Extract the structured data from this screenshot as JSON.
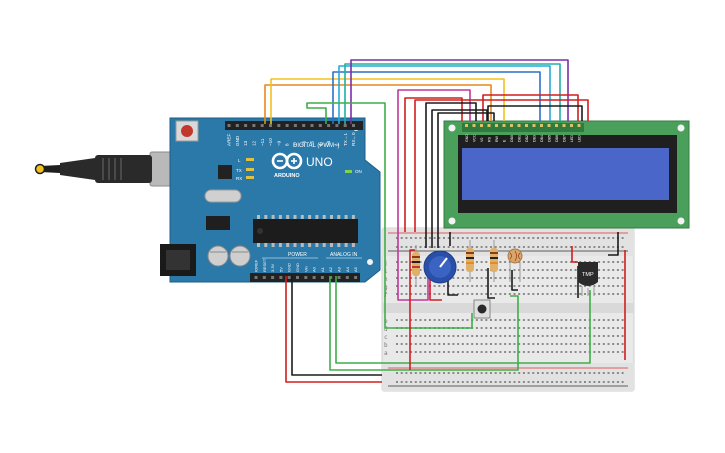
{
  "arduino": {
    "model": "UNO",
    "logo_text": "ARDUINO",
    "digital_label": "DIGITAL (PWM~)",
    "power_label": "POWER",
    "analog_label": "ANALOG IN",
    "on_label": "ON",
    "tx_label": "TX",
    "rx_label": "RX",
    "l_label": "L",
    "digital_pins": [
      "AREF",
      "GND",
      "13",
      "12",
      "~11",
      "~10",
      "~9",
      "8",
      "7",
      "~6",
      "~5",
      "4",
      "~3",
      "2",
      "TX→1",
      "RX←0"
    ],
    "power_pins": [
      "IOREF",
      "RESET",
      "3.3V",
      "5V",
      "GND",
      "GND",
      "Vin"
    ],
    "analog_pins": [
      "A0",
      "A1",
      "A2",
      "A3",
      "A4",
      "A5"
    ]
  },
  "lcd": {
    "pin_labels": [
      "GND",
      "VCC",
      "V0",
      "RS",
      "RW",
      "E",
      "DB0",
      "DB1",
      "DB2",
      "DB3",
      "DB4",
      "DB5",
      "DB6",
      "DB7",
      "LED",
      "LED"
    ]
  },
  "breadboard": {
    "row_letters_top": [
      "j",
      "i",
      "h",
      "g",
      "f"
    ],
    "row_letters_bottom": [
      "e",
      "d",
      "c",
      "b",
      "a"
    ]
  },
  "temp_sensor": {
    "label": "TMP"
  },
  "colors": {
    "board_blue": "#2b79a8",
    "lcd_green": "#4aa05a",
    "lcd_screen": "#4a66c8",
    "wire_red": "#d21e1e",
    "wire_black": "#1b1b1b",
    "wire_green": "#3fae49",
    "wire_yellow": "#f2c21b",
    "wire_orange": "#e8891e",
    "wire_magenta": "#c0399a",
    "wire_purple": "#7b2fa8",
    "wire_cyan": "#29a9d8",
    "wire_blue": "#2f6fc9",
    "wire_teal": "#1fb1a5"
  }
}
